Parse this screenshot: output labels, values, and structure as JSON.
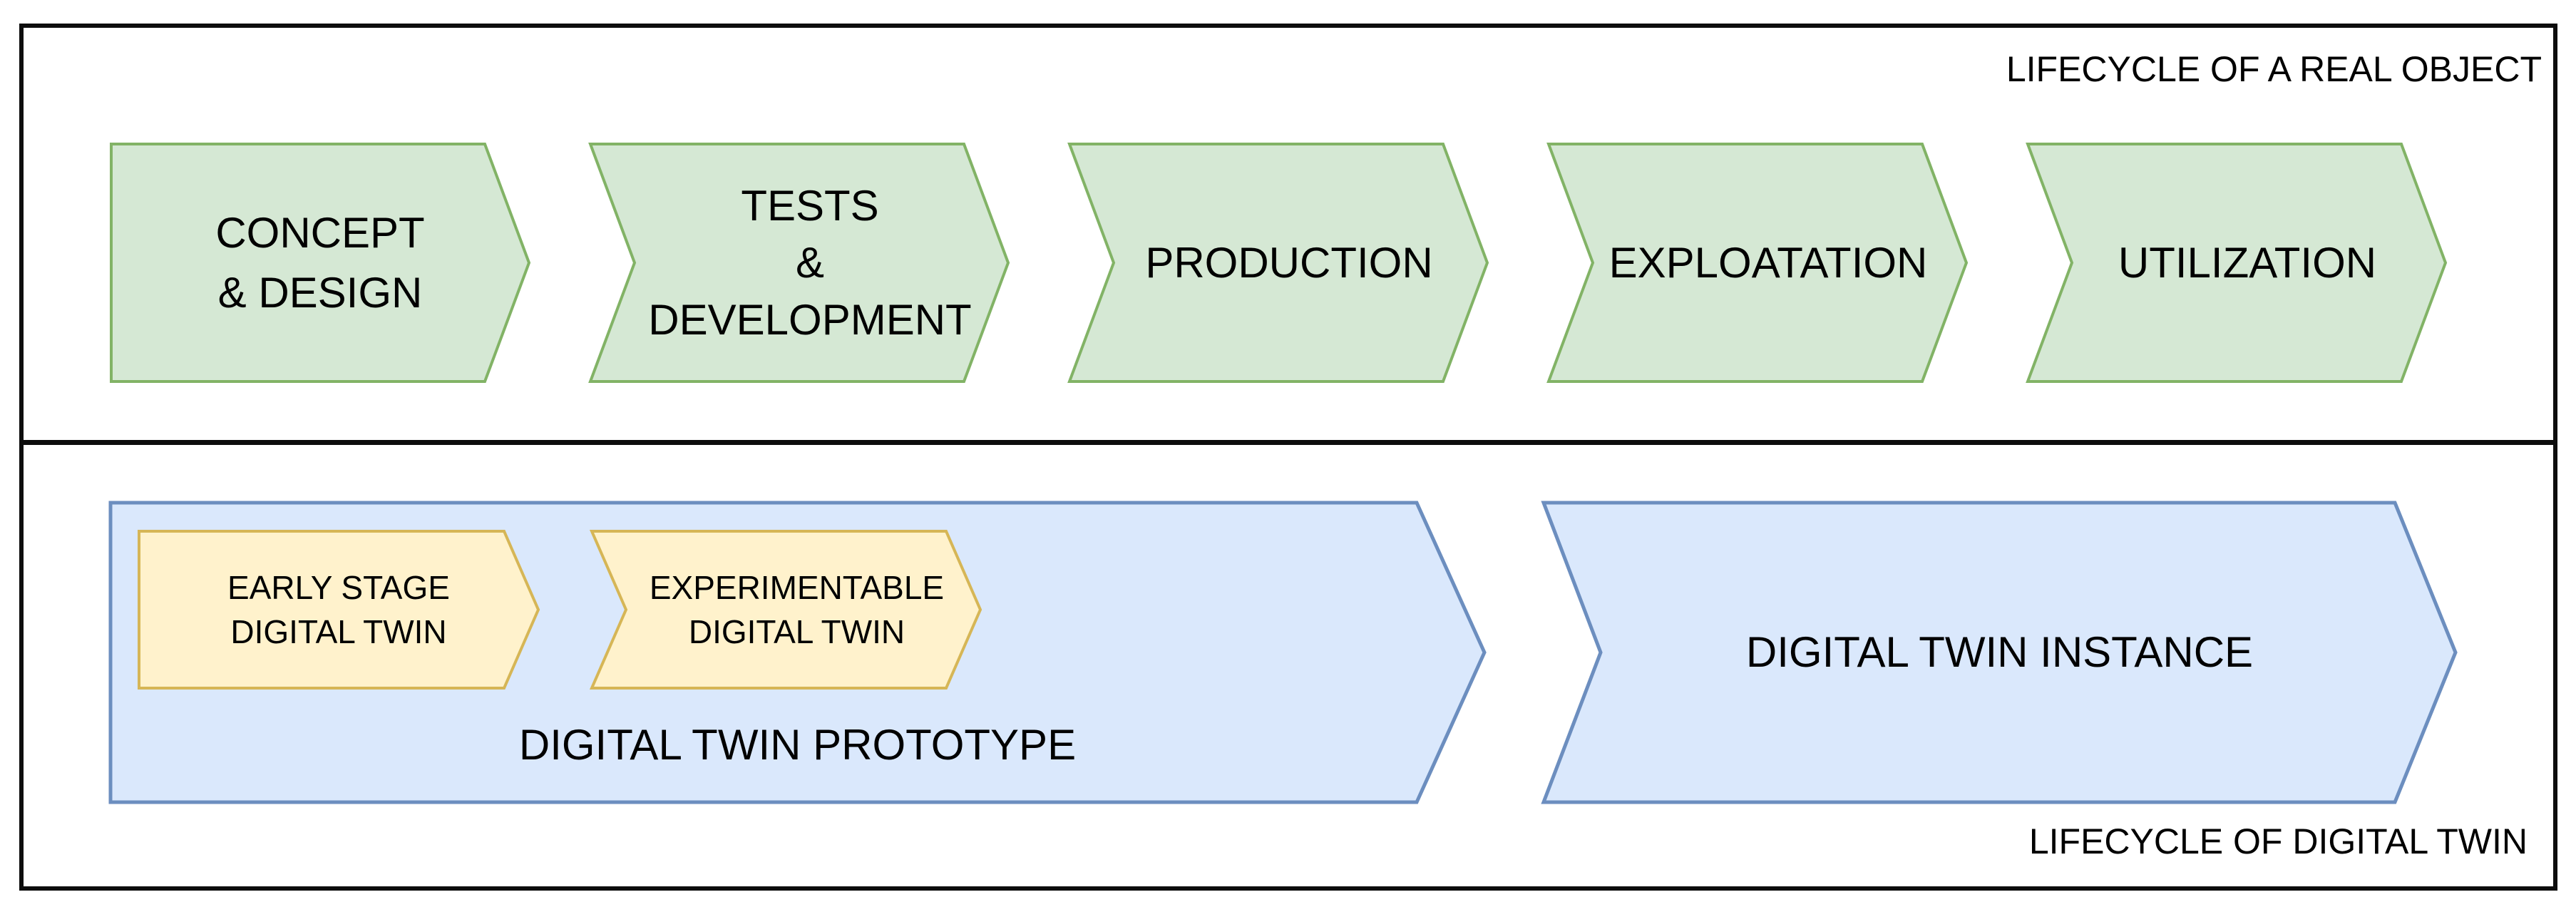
{
  "diagram_title": "Digital twin lifecycle diagram",
  "colors": {
    "stage_fill": "#d5e8d4",
    "stage_border": "#82b366",
    "digital_twin_fill": "#dae8fc",
    "digital_twin_border": "#6c8ebf",
    "sub_stage_fill": "#fff2cc",
    "sub_stage_border": "#d6b656",
    "frame_border": "#0d0d0d",
    "text": "#000000"
  },
  "top_section": {
    "corner_label": "LIFECYCLE OF A REAL OBJECT",
    "stages": [
      {
        "label": "CONCEPT\n& DESIGN"
      },
      {
        "label": "TESTS\n&\nDEVELOPMENT"
      },
      {
        "label": "PRODUCTION"
      },
      {
        "label": "EXPLOATATION"
      },
      {
        "label": "UTILIZATION"
      }
    ]
  },
  "bottom_section": {
    "corner_label": "LIFECYCLE OF DIGITAL TWIN",
    "prototype": {
      "label": "DIGITAL TWIN PROTOTYPE",
      "sub_stages": [
        {
          "label": "EARLY STAGE\nDIGITAL TWIN"
        },
        {
          "label": "EXPERIMENTABLE\nDIGITAL TWIN"
        }
      ]
    },
    "instance": {
      "label": "DIGITAL TWIN INSTANCE"
    }
  }
}
